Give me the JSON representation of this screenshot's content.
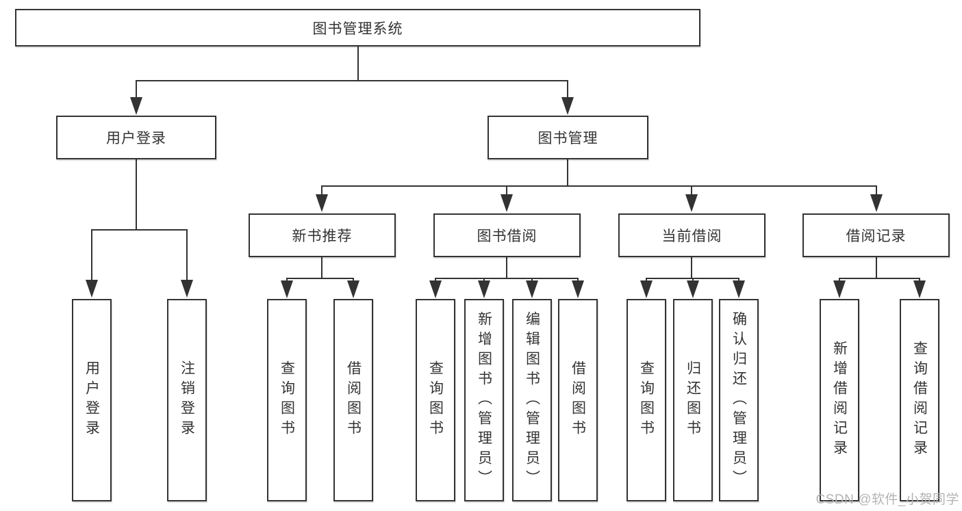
{
  "diagram": {
    "root_label": "图书管理系统",
    "user_login": {
      "label": "用户登录",
      "children": [
        "用户登录",
        "注销登录"
      ]
    },
    "book_management": {
      "label": "图书管理",
      "sections": [
        {
          "label": "新书推荐",
          "children": [
            "查询图书",
            "借阅图书"
          ]
        },
        {
          "label": "图书借阅",
          "children": [
            "查询图书",
            "新增图书（管理员）",
            "编辑图书（管理员）",
            "借阅图书"
          ]
        },
        {
          "label": "当前借阅",
          "children": [
            "查询图书",
            "归还图书",
            "确认归还（管理员）"
          ]
        },
        {
          "label": "借阅记录",
          "children": [
            "新增借阅记录",
            "查询借阅记录"
          ]
        }
      ]
    },
    "watermark": "CSDN @软件_小贺同学",
    "colors": {
      "line": "#333333",
      "border": "#333333",
      "text": "#333333",
      "background": "#ffffff",
      "watermark": "#b3b3b3"
    }
  }
}
